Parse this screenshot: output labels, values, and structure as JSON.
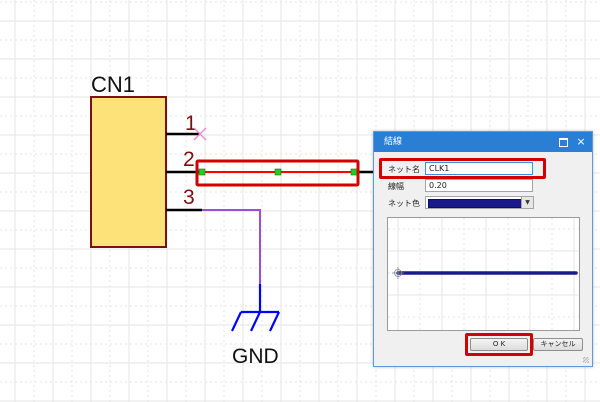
{
  "schematic": {
    "component": {
      "ref": "CN1",
      "pins": [
        {
          "number": "1",
          "state": "unconnected"
        },
        {
          "number": "2",
          "state": "selected-net"
        },
        {
          "number": "3",
          "state": "connected-gnd"
        }
      ]
    },
    "gnd_label": "GND",
    "colors": {
      "component_fill": "#fde27a",
      "component_border": "#7a1010",
      "pin_number": "#7a1010",
      "wire": "#000000",
      "selected_wire": "#ff0000",
      "gnd_wire": "#9b4fd8",
      "gnd_symbol": "#0000ff",
      "no_connect": "#e88ad0",
      "handle": "#22cc22",
      "highlight": "#d20000"
    }
  },
  "dialog": {
    "title": "結線",
    "maximize_icon": "maximize-icon",
    "close_icon": "×",
    "fields": {
      "net_name_label": "ネット名",
      "net_name_value": "CLK1",
      "width_label": "線幅",
      "width_value": "0.20",
      "net_color_label": "ネット色",
      "net_color_value": "#1a1a8c",
      "dropdown_arrow": "▼"
    },
    "ok_label": "O K",
    "cancel_label": "キャンセル"
  }
}
